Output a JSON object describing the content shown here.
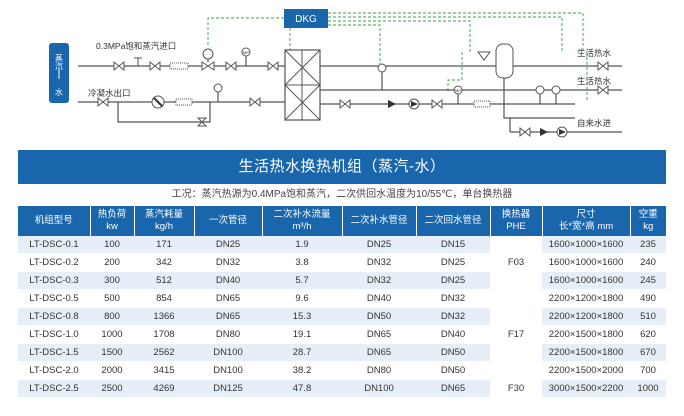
{
  "diagram": {
    "controller": "DKG",
    "side_label_top": "蒸汽",
    "side_label_bottom": "水",
    "steam_inlet": "0.3MPa饱和蒸汽进口",
    "condensate_outlet": "冷凝水出口",
    "outlet_hot_water_1": "生活热水",
    "outlet_hot_water_2": "生活热水",
    "tap_water_inlet": "自来水进",
    "gauge_label": "MP",
    "colors": {
      "controller": "#1a66ad",
      "signal_lines": "#3aa244",
      "pipes": "#555555"
    }
  },
  "banner": {
    "title": "生活热水换热机组（蒸汽-水）"
  },
  "condition": {
    "text": "工况：蒸汽热源为0.4MPa饱和蒸汽，二次供回水温度为10/55℃，单台换热器"
  },
  "table": {
    "headers": [
      {
        "line1": "机组型号",
        "line2": ""
      },
      {
        "line1": "热负荷",
        "line2": "kw"
      },
      {
        "line1": "蒸汽耗量",
        "line2": "kg/h"
      },
      {
        "line1": "一次管径",
        "line2": ""
      },
      {
        "line1": "二次补水流量",
        "line2": "m³/h"
      },
      {
        "line1": "二次补水管径",
        "line2": ""
      },
      {
        "line1": "二次回水管径",
        "line2": ""
      },
      {
        "line1": "换热器",
        "line2": "PHE"
      },
      {
        "line1": "尺寸",
        "line2": "长*宽*高 mm"
      },
      {
        "line1": "空重",
        "line2": "kg"
      }
    ],
    "rows": [
      {
        "model": "LT-DSC-0.1",
        "load": "100",
        "steam": "171",
        "primary": "DN25",
        "makeup_flow": "1.9",
        "makeup_dia": "DN25",
        "return_dia": "DN15",
        "size": "1600×1000×1600",
        "weight": "235"
      },
      {
        "model": "LT-DSC-0.2",
        "load": "200",
        "steam": "342",
        "primary": "DN32",
        "makeup_flow": "3.8",
        "makeup_dia": "DN32",
        "return_dia": "DN25",
        "size": "1600×1000×1600",
        "weight": "240"
      },
      {
        "model": "LT-DSC-0.3",
        "load": "300",
        "steam": "512",
        "primary": "DN40",
        "makeup_flow": "5.7",
        "makeup_dia": "DN32",
        "return_dia": "DN25",
        "size": "1600×1000×1600",
        "weight": "245"
      },
      {
        "model": "LT-DSC-0.5",
        "load": "500",
        "steam": "854",
        "primary": "DN65",
        "makeup_flow": "9.6",
        "makeup_dia": "DN40",
        "return_dia": "DN32",
        "size": "2200×1200×1800",
        "weight": "490"
      },
      {
        "model": "LT-DSC-0.8",
        "load": "800",
        "steam": "1366",
        "primary": "DN65",
        "makeup_flow": "15.3",
        "makeup_dia": "DN50",
        "return_dia": "DN32",
        "size": "2200×1200×1800",
        "weight": "510"
      },
      {
        "model": "LT-DSC-1.0",
        "load": "1000",
        "steam": "1708",
        "primary": "DN80",
        "makeup_flow": "19.1",
        "makeup_dia": "DN65",
        "return_dia": "DN40",
        "size": "2200×1500×1800",
        "weight": "620"
      },
      {
        "model": "LT-DSC-1.5",
        "load": "1500",
        "steam": "2562",
        "primary": "DN100",
        "makeup_flow": "28.7",
        "makeup_dia": "DN65",
        "return_dia": "DN50",
        "size": "2200×1500×1800",
        "weight": "670"
      },
      {
        "model": "LT-DSC-2.0",
        "load": "2000",
        "steam": "3415",
        "primary": "DN100",
        "makeup_flow": "38.2",
        "makeup_dia": "DN80",
        "return_dia": "DN50",
        "size": "2200×1500×2000",
        "weight": "700"
      },
      {
        "model": "LT-DSC-2.5",
        "load": "2500",
        "steam": "4269",
        "primary": "DN125",
        "makeup_flow": "47.8",
        "makeup_dia": "DN100",
        "return_dia": "DN65",
        "size": "3000×1500×2200",
        "weight": "1000"
      }
    ],
    "phe_groups": [
      "F03",
      "F17",
      "F30"
    ]
  }
}
